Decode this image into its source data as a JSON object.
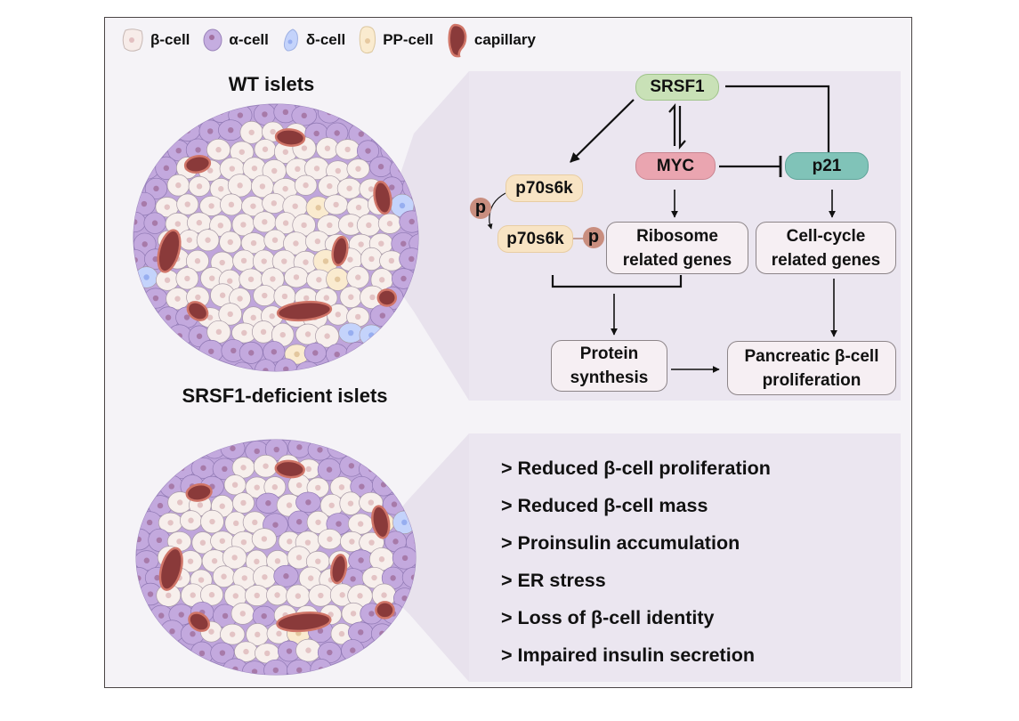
{
  "legend": [
    {
      "label": "β-cell",
      "icon": "beta-cell-icon",
      "color": "#f7ece9"
    },
    {
      "label": "α-cell",
      "icon": "alpha-cell-icon",
      "color": "#c5ade0"
    },
    {
      "label": "δ-cell",
      "icon": "delta-cell-icon",
      "color": "#c4d3fb"
    },
    {
      "label": "PP-cell",
      "icon": "pp-cell-icon",
      "color": "#faebcf"
    },
    {
      "label": "capillary",
      "icon": "capillary-icon",
      "color": "#8a3a3a"
    }
  ],
  "islets": {
    "wt_title": "WT islets",
    "deficient_title": "SRSF1-deficient islets"
  },
  "pathway": {
    "nodes": {
      "srsf1": "SRSF1",
      "myc": "MYC",
      "p21": "p21",
      "p70s6k": "p70s6k",
      "p70s6k_phos": "p70s6k",
      "phospho": "p"
    },
    "boxes": {
      "ribosome": [
        "Ribosome",
        "related genes"
      ],
      "cell_cycle": [
        "Cell-cycle",
        "related genes"
      ],
      "protein": [
        "Protein",
        "synthesis"
      ],
      "proliferation": [
        "Pancreatic β-cell",
        "proliferation"
      ]
    },
    "colors": {
      "srsf1": "#c9e1b7",
      "myc": "#eaa5b0",
      "p21": "#80c3b8",
      "p70s6k": "#f8e4c4",
      "phospho": "#c98e7f"
    }
  },
  "effects": [
    "> Reduced β-cell proliferation",
    "> Reduced β-cell mass",
    "> Proinsulin accumulation",
    "> ER stress",
    "> Loss of β-cell identity",
    "> Impaired insulin secretion"
  ]
}
